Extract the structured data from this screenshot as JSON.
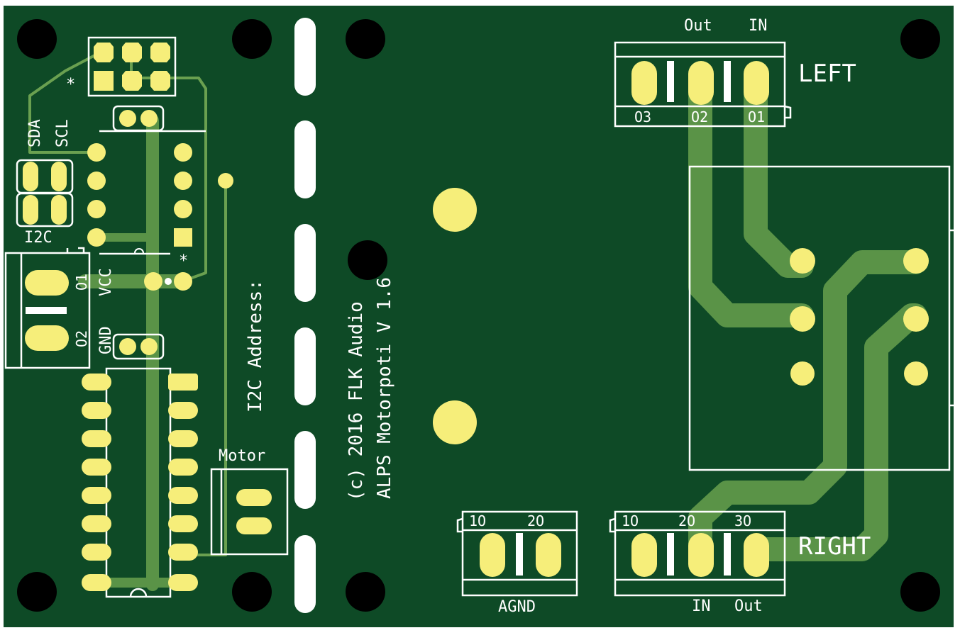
{
  "board": {
    "colors": {
      "substrate": "#0e4a26",
      "copper_trace": "#5a9347",
      "thin_trace": "#6aa050",
      "pad": "#f6ee7a",
      "silkscreen": "#ffffff",
      "hole": "#000000",
      "background": "#ffffff"
    },
    "credits": {
      "copyright": "(c) 2016 FLK Audio",
      "product": "ALPS Motorpoti V 1.6"
    },
    "i2c_label": "I2C Address:",
    "header_marker": "*",
    "chip_marker": "*"
  },
  "labels": {
    "sda": "SDA",
    "scl": "SCL",
    "i2c": "I2C",
    "vcc": "VCC",
    "gnd": "GND",
    "pin_o1": "O1",
    "pin_o2": "O2",
    "motor": "Motor",
    "agnd": "AGND",
    "left": "LEFT",
    "right": "RIGHT"
  },
  "left_connector": {
    "top_labels": [
      "Out",
      "IN"
    ],
    "pin_labels": [
      "O3",
      "O2",
      "O1"
    ]
  },
  "right_connector": {
    "pin_labels": [
      "1O",
      "2O",
      "3O"
    ],
    "bottom_labels": [
      "IN",
      "Out"
    ]
  },
  "agnd_connector": {
    "pin_labels": [
      "1O",
      "2O"
    ]
  }
}
